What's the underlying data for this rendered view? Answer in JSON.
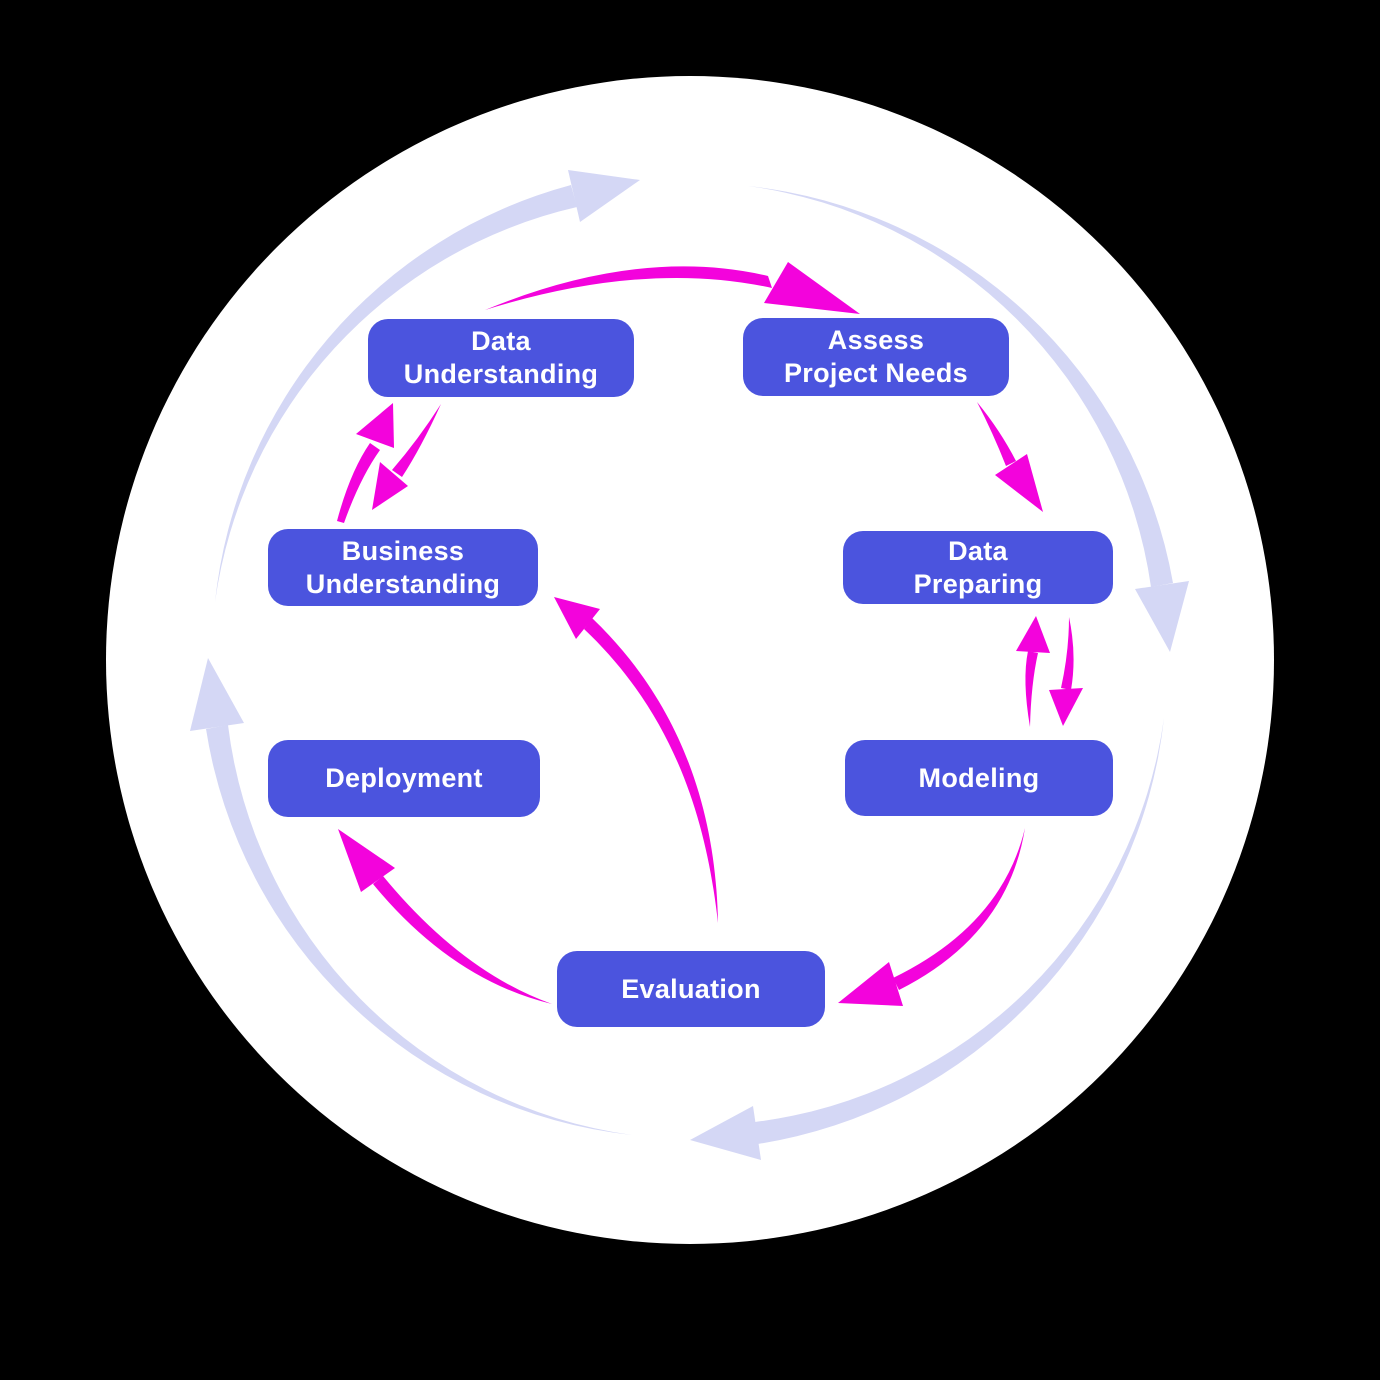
{
  "diagram": {
    "type": "cycle-flow",
    "background_color": "#000000",
    "canvas_color": "#ffffff",
    "node_color": "#4b54de",
    "node_text_color": "#ffffff",
    "arrow_color": "#f303dc",
    "ring_color": "#d4d7f5",
    "nodes": [
      {
        "id": "data-understanding",
        "label": "Data\nUnderstanding"
      },
      {
        "id": "assess-project-needs",
        "label": "Assess\nProject Needs"
      },
      {
        "id": "business-understanding",
        "label": "Business\nUnderstanding"
      },
      {
        "id": "data-preparing",
        "label": "Data\nPreparing"
      },
      {
        "id": "deployment",
        "label": "Deployment"
      },
      {
        "id": "modeling",
        "label": "Modeling"
      },
      {
        "id": "evaluation",
        "label": "Evaluation"
      }
    ],
    "edges": [
      {
        "from": "data-understanding",
        "to": "assess-project-needs",
        "style": "magenta-arrow",
        "bidirectional": false
      },
      {
        "from": "assess-project-needs",
        "to": "data-preparing",
        "style": "magenta-arrow",
        "bidirectional": false
      },
      {
        "from": "data-preparing",
        "to": "modeling",
        "style": "magenta-arrow",
        "bidirectional": true
      },
      {
        "from": "modeling",
        "to": "evaluation",
        "style": "magenta-arrow",
        "bidirectional": false
      },
      {
        "from": "evaluation",
        "to": "deployment",
        "style": "magenta-arrow",
        "bidirectional": false
      },
      {
        "from": "evaluation",
        "to": "business-understanding",
        "style": "magenta-arrow",
        "bidirectional": false
      },
      {
        "from": "business-understanding",
        "to": "data-understanding",
        "style": "magenta-arrow",
        "bidirectional": true
      },
      {
        "loop": "outer-cycle",
        "direction": "clockwise",
        "style": "lavender-ring-arrows"
      }
    ]
  }
}
